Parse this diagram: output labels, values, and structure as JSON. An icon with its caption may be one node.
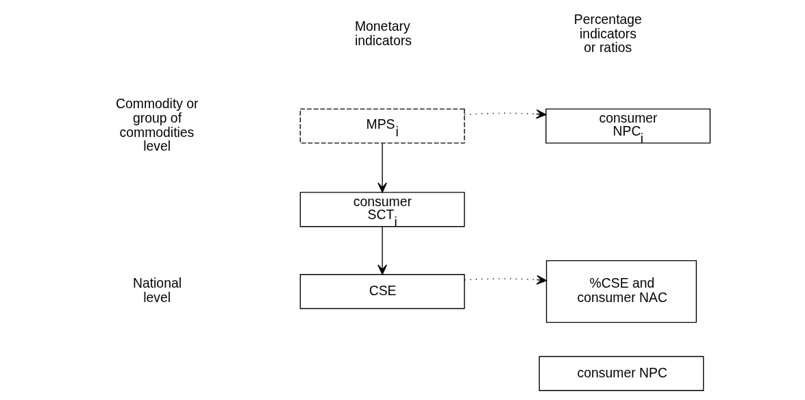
{
  "diagram": {
    "nodes": [
      {
        "text": [
          "MPS$_{i}$"
        ]
      },
      {
        "text": [
          "consumer NPC$_{i}$"
        ]
      },
      {
        "text": [
          "consumer SCT$_{i}$"
        ]
      },
      {
        "text": [
          "CSE"
        ]
      },
      {
        "text": [
          "%CSE and consumer NAC"
        ]
      },
      {
        "text": [
          "consumer NPC"
        ]
      }
    ],
    "edges": [
      {
        "from": 0,
        "to": 1,
        "arrow": "to",
        "style": "dashed"
      },
      {
        "from": 0,
        "to": 2,
        "arrow": "to"
      },
      {
        "from": 2,
        "to": 3,
        "arrow": "to"
      },
      {
        "from": 3,
        "to": 4,
        "arrow": "to",
        "style": "dashed"
      }
    ],
    "labels": [
      "Monetary indicators",
      "Percentage indicators or ratios",
      "Commodity or group of commodities level",
      "National level"
    ]
  }
}
